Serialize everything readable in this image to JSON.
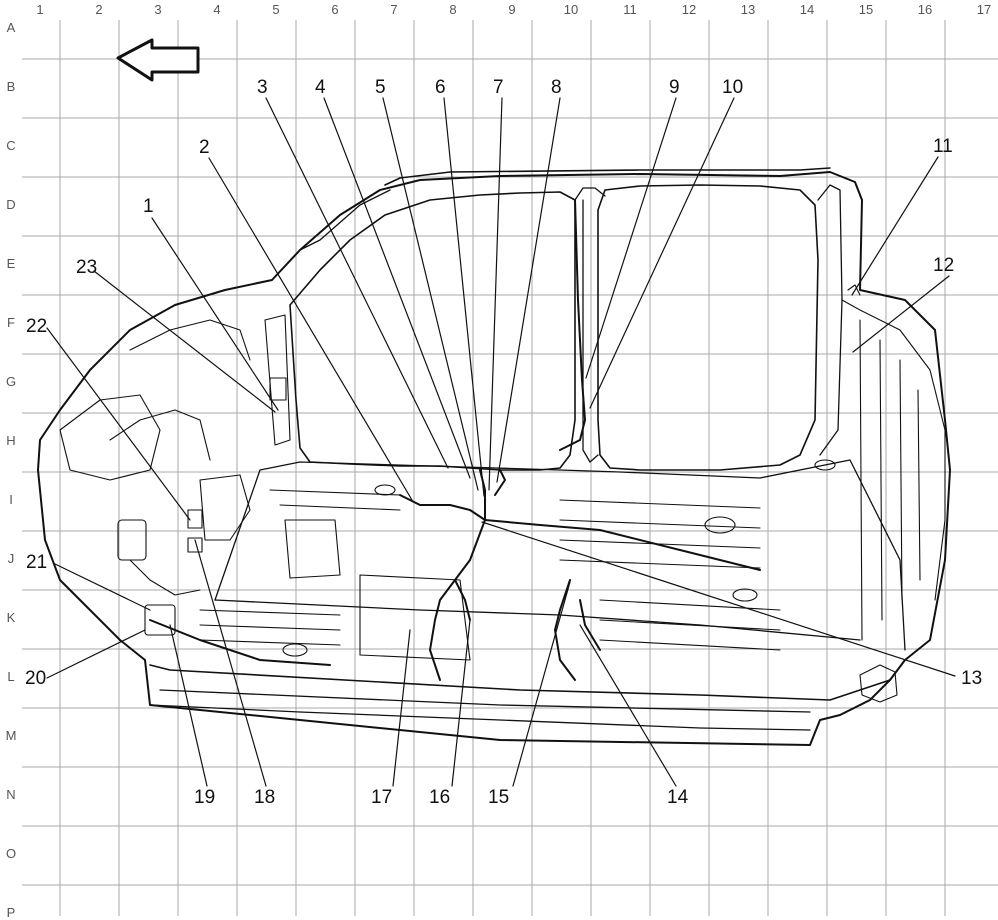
{
  "grid": {
    "columns": [
      "1",
      "2",
      "3",
      "4",
      "5",
      "6",
      "7",
      "8",
      "9",
      "10",
      "11",
      "12",
      "13",
      "14",
      "15",
      "16",
      "17"
    ],
    "rows": [
      "A",
      "B",
      "C",
      "D",
      "E",
      "F",
      "G",
      "H",
      "I",
      "J",
      "K",
      "L",
      "M",
      "N",
      "O",
      "P"
    ]
  },
  "callouts": [
    "1",
    "2",
    "3",
    "4",
    "5",
    "6",
    "7",
    "8",
    "9",
    "10",
    "11",
    "12",
    "13",
    "14",
    "15",
    "16",
    "17",
    "18",
    "19",
    "20",
    "21",
    "22",
    "23"
  ],
  "icons": {
    "direction_arrow": "left-arrow-icon"
  },
  "colors": {
    "line": "#111111",
    "grid": "#a8a8a8"
  }
}
